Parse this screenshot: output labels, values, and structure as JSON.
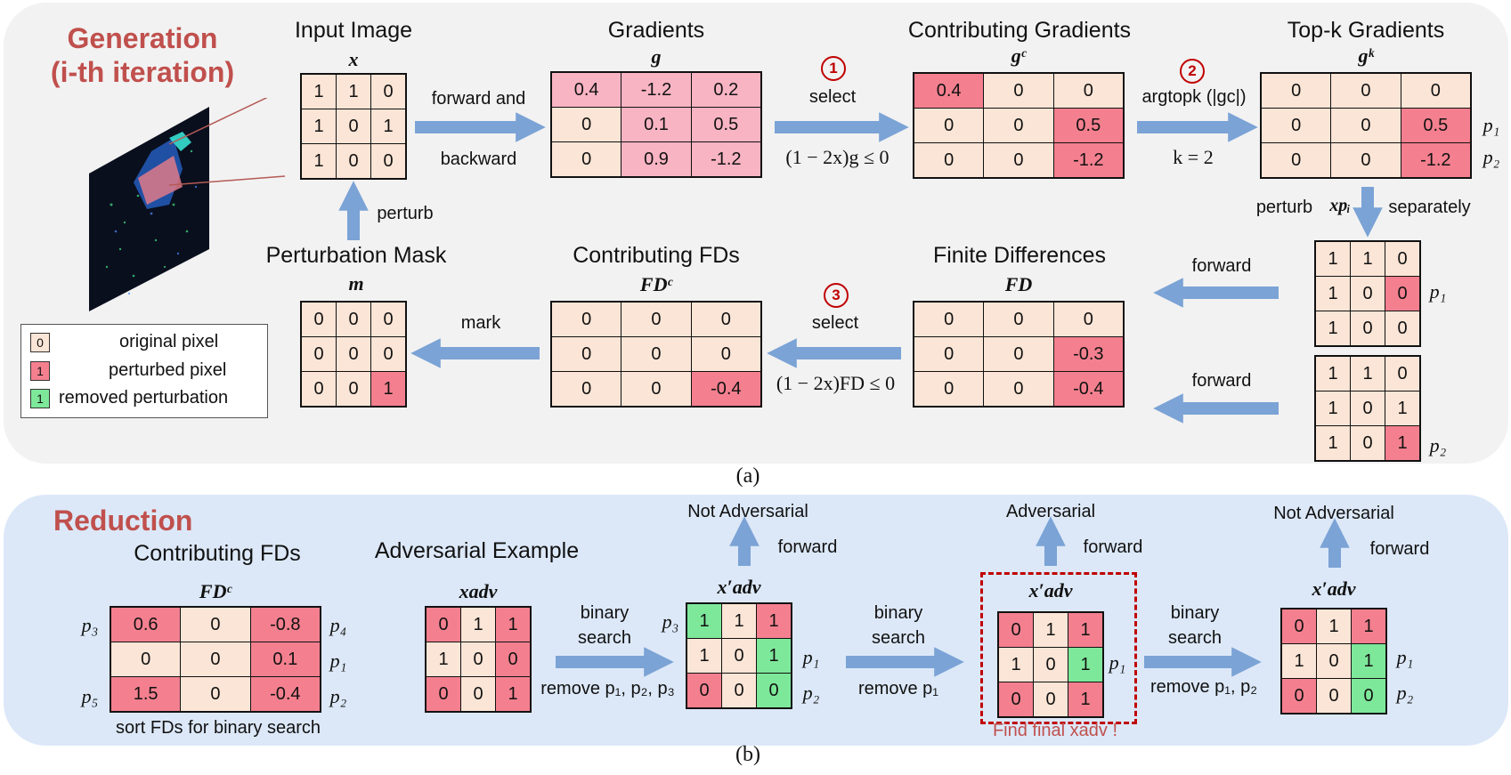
{
  "panel_a": {
    "heading_line1": "Generation",
    "heading_line2": "(i-th iteration)",
    "caption": "(a)",
    "input_title": "Input Image",
    "input_sym": "x",
    "input_cells": [
      [
        "1",
        "1",
        "0"
      ],
      [
        "1",
        "0",
        "1"
      ],
      [
        "1",
        "0",
        "0"
      ]
    ],
    "input_colors": [
      [
        0,
        0,
        0
      ],
      [
        0,
        0,
        0
      ],
      [
        0,
        0,
        0
      ]
    ],
    "forward_backward_1": "forward and",
    "forward_backward_2": "backward",
    "grad_title": "Gradients",
    "grad_sym": "g",
    "grad_cells": [
      [
        "0.4",
        "-1.2",
        "0.2"
      ],
      [
        "0",
        "0.1",
        "0.5"
      ],
      [
        "0",
        "0.9",
        "-1.2"
      ]
    ],
    "grad_colors": [
      [
        1,
        1,
        1
      ],
      [
        0,
        1,
        1
      ],
      [
        0,
        1,
        1
      ]
    ],
    "step1": "1",
    "select_1": "select",
    "select_1_cond": "(1 − 2x)g ≤ 0",
    "cgrad_title": "Contributing Gradients",
    "cgrad_sym": "gᶜ",
    "cgrad_cells": [
      [
        "0.4",
        "0",
        "0"
      ],
      [
        "0",
        "0",
        "0.5"
      ],
      [
        "0",
        "0",
        "-1.2"
      ]
    ],
    "cgrad_colors": [
      [
        2,
        0,
        0
      ],
      [
        0,
        0,
        2
      ],
      [
        0,
        0,
        2
      ]
    ],
    "step2": "2",
    "argtop": "argtopk (|gc|)",
    "k_eq": "k = 2",
    "topk_title": "Top-k Gradients",
    "topk_sym": "gᵏ",
    "topk_cells": [
      [
        "0",
        "0",
        "0"
      ],
      [
        "0",
        "0",
        "0.5"
      ],
      [
        "0",
        "0",
        "-1.2"
      ]
    ],
    "topk_colors": [
      [
        0,
        0,
        0
      ],
      [
        0,
        0,
        2
      ],
      [
        0,
        0,
        2
      ]
    ],
    "p1": "p₁",
    "p2": "p₂",
    "perturb_sep_1": "perturb",
    "perturb_sep_sym": "xpᵢ",
    "perturb_sep_2": "separately",
    "pert1_cells": [
      [
        "1",
        "1",
        "0"
      ],
      [
        "1",
        "0",
        "0"
      ],
      [
        "1",
        "0",
        "0"
      ]
    ],
    "pert1_colors": [
      [
        0,
        0,
        0
      ],
      [
        0,
        0,
        2
      ],
      [
        0,
        0,
        0
      ]
    ],
    "pert2_cells": [
      [
        "1",
        "1",
        "0"
      ],
      [
        "1",
        "0",
        "1"
      ],
      [
        "1",
        "0",
        "1"
      ]
    ],
    "pert2_colors": [
      [
        0,
        0,
        0
      ],
      [
        0,
        0,
        0
      ],
      [
        0,
        0,
        2
      ]
    ],
    "forward_1": "forward",
    "forward_2": "forward",
    "fd_title": "Finite Differences",
    "fd_sym": "FD",
    "fd_cells": [
      [
        "0",
        "0",
        "0"
      ],
      [
        "0",
        "0",
        "-0.3"
      ],
      [
        "0",
        "0",
        "-0.4"
      ]
    ],
    "fd_colors": [
      [
        0,
        0,
        0
      ],
      [
        0,
        0,
        2
      ],
      [
        0,
        0,
        2
      ]
    ],
    "step3": "3",
    "select_3": "select",
    "select_3_cond": "(1 − 2x)FD ≤ 0",
    "cfd_title": "Contributing FDs",
    "cfd_sym": "FDᶜ",
    "cfd_cells": [
      [
        "0",
        "0",
        "0"
      ],
      [
        "0",
        "0",
        "0"
      ],
      [
        "0",
        "0",
        "-0.4"
      ]
    ],
    "cfd_colors": [
      [
        0,
        0,
        0
      ],
      [
        0,
        0,
        0
      ],
      [
        0,
        0,
        2
      ]
    ],
    "mark": "mark",
    "mask_title": "Perturbation Mask",
    "mask_sym": "m",
    "mask_cells": [
      [
        "0",
        "0",
        "0"
      ],
      [
        "0",
        "0",
        "0"
      ],
      [
        "0",
        "0",
        "1"
      ]
    ],
    "mask_colors": [
      [
        0,
        0,
        0
      ],
      [
        0,
        0,
        0
      ],
      [
        0,
        0,
        2
      ]
    ],
    "perturb": "perturb",
    "legend": [
      {
        "swatch": "0",
        "text": "original pixel",
        "color": 0
      },
      {
        "swatch": "1",
        "text": "perturbed pixel",
        "color": 2
      },
      {
        "swatch": "1",
        "text": "removed perturbation",
        "color": 3
      }
    ]
  },
  "panel_b": {
    "heading": "Reduction",
    "caption": "(b)",
    "cfd_title": "Contributing FDs",
    "cfd_sym": "FDᶜ",
    "cfd_cells": [
      [
        "0.6",
        "0",
        "-0.8"
      ],
      [
        "0",
        "0",
        "0.1"
      ],
      [
        "1.5",
        "0",
        "-0.4"
      ]
    ],
    "cfd_colors": [
      [
        2,
        0,
        2
      ],
      [
        0,
        0,
        2
      ],
      [
        2,
        0,
        2
      ]
    ],
    "cfd_left": [
      "p₃",
      "",
      "p₅"
    ],
    "cfd_right": [
      "p₄",
      "p₁",
      "p₂"
    ],
    "sort_note": "sort FDs for binary search",
    "adv_title": "Adversarial Example",
    "adv_sym": "xadv",
    "adv_cells": [
      [
        "0",
        "1",
        "1"
      ],
      [
        "1",
        "0",
        "0"
      ],
      [
        "0",
        "0",
        "1"
      ]
    ],
    "adv_colors": [
      [
        2,
        0,
        2
      ],
      [
        0,
        0,
        2
      ],
      [
        2,
        0,
        2
      ]
    ],
    "bs1_1": "binary",
    "bs1_2": "search",
    "bs1_remove": "remove p₁, p₂, p₃",
    "res1_label": "Not Adversarial",
    "res1_forward": "forward",
    "res1_sym": "x′adv",
    "res1_cells": [
      [
        "1",
        "1",
        "1"
      ],
      [
        "1",
        "0",
        "1"
      ],
      [
        "0",
        "0",
        "0"
      ]
    ],
    "res1_colors": [
      [
        3,
        0,
        2
      ],
      [
        0,
        0,
        3
      ],
      [
        2,
        0,
        3
      ]
    ],
    "res1_left": "p₃",
    "res1_right": [
      "",
      "p₁",
      "p₂"
    ],
    "bs2_1": "binary",
    "bs2_2": "search",
    "bs2_remove": "remove p₁",
    "res2_label": "Adversarial",
    "res2_forward": "forward",
    "res2_sym": "x′adv",
    "res2_cells": [
      [
        "0",
        "1",
        "1"
      ],
      [
        "1",
        "0",
        "1"
      ],
      [
        "0",
        "0",
        "1"
      ]
    ],
    "res2_colors": [
      [
        2,
        0,
        2
      ],
      [
        0,
        0,
        3
      ],
      [
        2,
        0,
        2
      ]
    ],
    "res2_right": "p₁",
    "final_note": "Find final xadv !",
    "bs3_1": "binary",
    "bs3_2": "search",
    "bs3_remove": "remove p₁, p₂",
    "res3_label": "Not Adversarial",
    "res3_forward": "forward",
    "res3_sym": "x′adv",
    "res3_cells": [
      [
        "0",
        "1",
        "1"
      ],
      [
        "1",
        "0",
        "1"
      ],
      [
        "0",
        "0",
        "0"
      ]
    ],
    "res3_colors": [
      [
        2,
        0,
        2
      ],
      [
        0,
        0,
        3
      ],
      [
        2,
        0,
        3
      ]
    ],
    "res3_right": [
      "",
      "p₁",
      "p₂"
    ]
  },
  "colors": {
    "panel_a_bg": "#f2f2f2",
    "panel_b_bg": "#dce8f8",
    "arrow": "#7ba3d6",
    "heading_red": "#c0504d",
    "cell_original": "#fbe5d6",
    "cell_gradient": "#f8b4c3",
    "cell_perturbed": "#f4808f",
    "cell_removed": "#7ee89a"
  }
}
